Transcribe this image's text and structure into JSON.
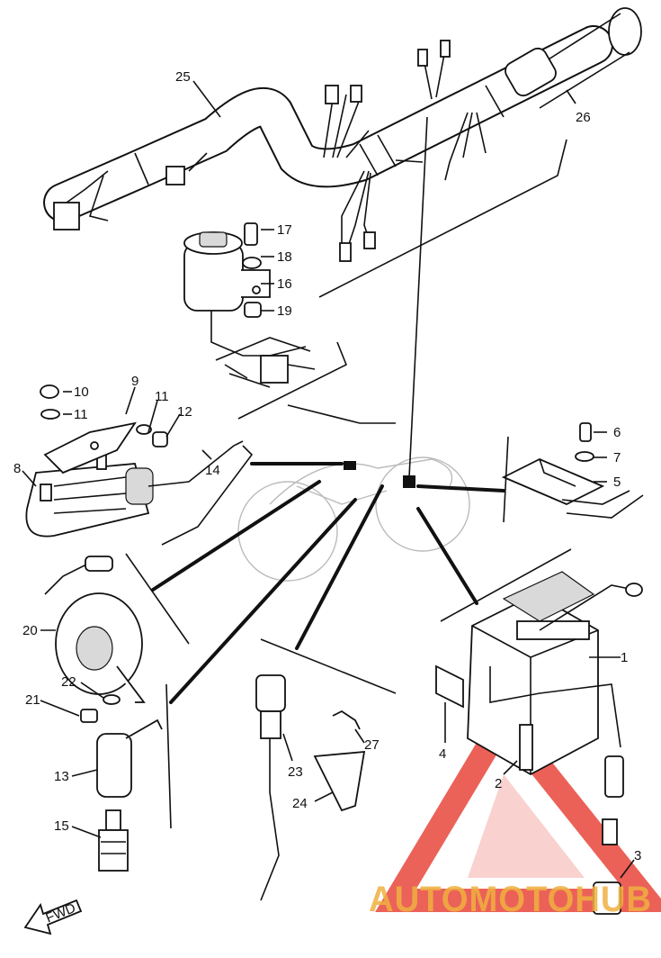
{
  "labels": {
    "p1": "1",
    "p2": "2",
    "p3": "3",
    "p4": "4",
    "p5": "5",
    "p6": "6",
    "p7": "7",
    "p8": "8",
    "p9": "9",
    "p10": "10",
    "p11a": "11",
    "p11b": "11",
    "p12": "12",
    "p13": "13",
    "p14": "14",
    "p15": "15",
    "p16": "16",
    "p17": "17",
    "p18": "18",
    "p19": "19",
    "p20": "20",
    "p21": "21",
    "p22": "22",
    "p23": "23",
    "p24": "24",
    "p25": "25",
    "p26": "26",
    "p27": "27"
  },
  "fwd_label": "FWD",
  "watermark": {
    "text": "AUTOMOTOHUB",
    "color_orange": "#f0b040",
    "color_grey": "#9a9a9a",
    "color_red": "#e8463c"
  }
}
